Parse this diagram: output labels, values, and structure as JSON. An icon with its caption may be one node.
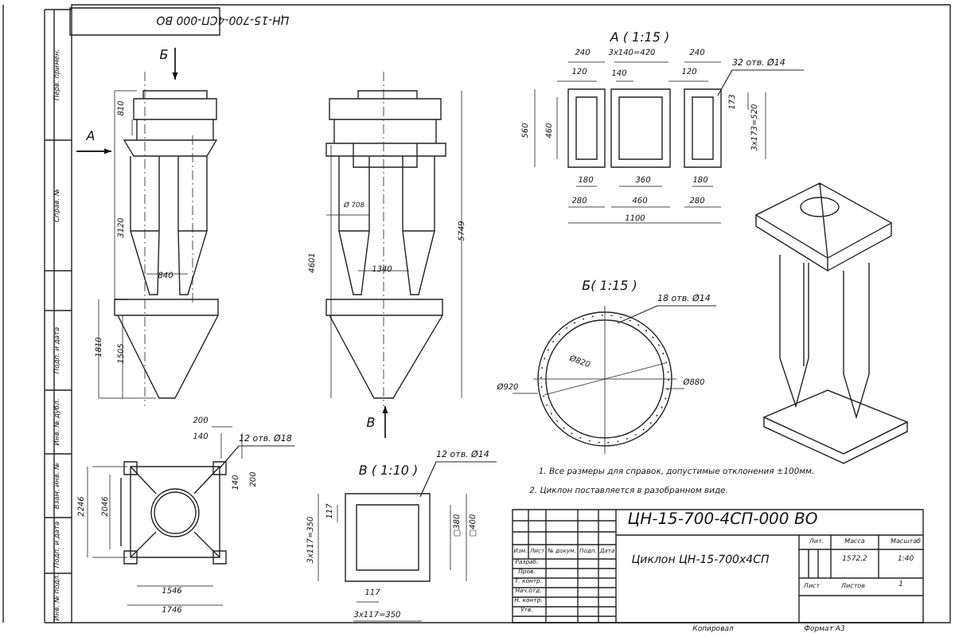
{
  "diagram": {
    "nodes": [
      {
        "text": [
          "32 отв. Ø14"
        ]
      },
      {
        "text": [
          "18 отв. Ø14"
        ]
      },
      {
        "text": [
          "12 отв. Ø18"
        ]
      },
      {
        "text": [
          "12 отв. Ø14"
        ]
      },
      {
        "text": [],
        "shape": "picture"
      }
    ],
    "edges": [
      {
        "from": 0,
        "to": null,
        "arrow": "none"
      },
      {
        "from": 1,
        "to": null,
        "arrow": "none"
      },
      {
        "from": 2,
        "to": null,
        "arrow": "none"
      },
      {
        "from": 3,
        "to": 4,
        "arrow": "none"
      }
    ],
    "labels": [
      "ЦН-15-700-4СП-000 ВО",
      "Перв. примен.",
      "Справ. №",
      "Подп. и дата",
      "Инв. № дубл.",
      "Взам. инв. №",
      "Подп. и дата",
      "Инв. № подл.",
      "Б",
      "А",
      "810",
      "3120",
      "840",
      "1810",
      "1505",
      "Ø 708",
      "1340",
      "4601",
      "5749",
      "В",
      "А ( 1:15 )",
      "240",
      "3x140=420",
      "240",
      "120",
      "140",
      "120",
      "173",
      "3x173=520",
      "560",
      "460",
      "180",
      "360",
      "180",
      "280",
      "460",
      "280",
      "1100",
      "Б( 1:15 )",
      "Ø820",
      "Ø920",
      "Ø880",
      "200",
      "140",
      "2246",
      "2046",
      "140",
      "200",
      "1546",
      "1746",
      "В ( 1:10 )",
      "117",
      "3x117=350",
      "□380",
      "□400",
      "117",
      "3x117=350",
      "1. Все размеры для справок, допустимые отклонения ±100мм.",
      "2. Циклон поставляется в разобранном виде.",
      "ЦН-15-700-4СП-000 ВО",
      "Изм.",
      "Лист",
      "№ докум.",
      "Подп.",
      "Дата",
      "Разраб.",
      "Пров.",
      "Т. контр.",
      "Нач.отд.",
      "Н. контр.",
      "Утв.",
      "Циклон ЦН-15-700х4СП",
      "Лит.",
      "Масса",
      "Масштаб",
      "1572,2",
      "1:40",
      "Лист",
      "Листов",
      "1",
      "Копировал",
      "Формат А3"
    ]
  }
}
